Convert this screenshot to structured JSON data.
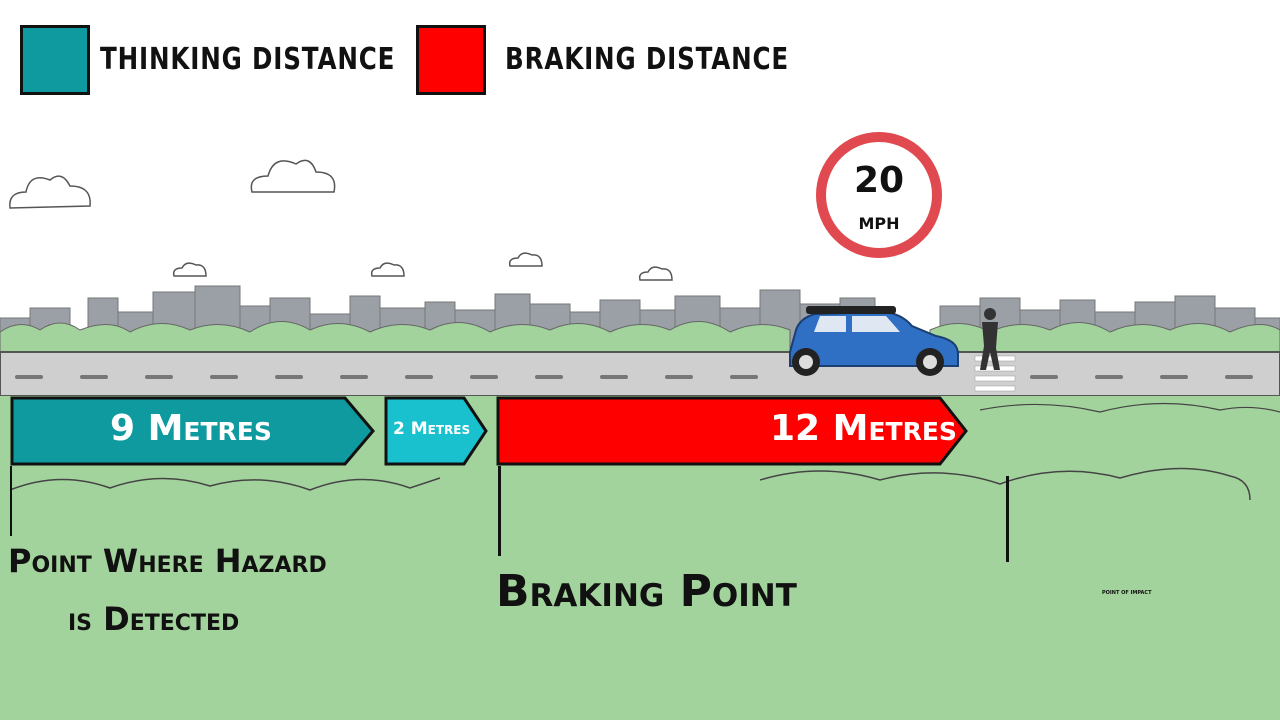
{
  "legend": {
    "thinking": {
      "label": "THINKING DISTANCE",
      "color": "#0e9a9e"
    },
    "braking": {
      "label": "BRAKING DISTANCE",
      "color": "#ff0000"
    }
  },
  "speed_sign": {
    "value": "20",
    "unit": "MPH"
  },
  "segments": {
    "thinking_main": {
      "label": "9 Metres",
      "color": "#0e9a9e"
    },
    "thinking_extra": {
      "label": "2 Metres",
      "color": "#19c1cf"
    },
    "braking": {
      "label": "12 Metres",
      "color": "#ff0000"
    }
  },
  "markers": {
    "hazard_line1": "Point Where Hazard",
    "hazard_line2": "is Detected",
    "braking_point": "Braking Point",
    "impact": "POINT OF IMPACT"
  },
  "colors": {
    "grass": "#a3d39c",
    "road": "#cfcfcf",
    "buildings": "#9aa0a6",
    "car": "#2f6fc4"
  }
}
